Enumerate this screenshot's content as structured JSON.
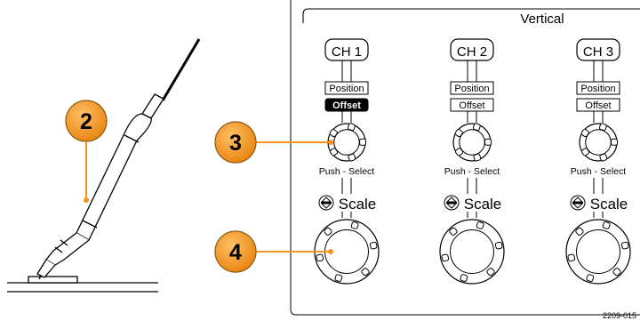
{
  "panel": {
    "title": "Vertical",
    "channels": [
      {
        "button": "CH 1",
        "position_label": "Position",
        "offset_label": "Offset",
        "offset_selected": true,
        "push_label": "Push - Select",
        "scale_label": "Scale"
      },
      {
        "button": "CH 2",
        "position_label": "Position",
        "offset_label": "Offset",
        "offset_selected": false,
        "push_label": "Push - Select",
        "scale_label": "Scale"
      },
      {
        "button": "CH 3",
        "position_label": "Position",
        "offset_label": "Offset",
        "offset_selected": false,
        "push_label": "Push - Select",
        "scale_label": "Scale"
      }
    ]
  },
  "callouts": [
    {
      "number": "2"
    },
    {
      "number": "3"
    },
    {
      "number": "4"
    }
  ],
  "figure_id": "2209-015",
  "colors": {
    "callout_fill": "#f7941d",
    "callout_stroke": "#8a5a12",
    "leader_line": "#f7941d",
    "selected_tab_fill": "#000000"
  }
}
